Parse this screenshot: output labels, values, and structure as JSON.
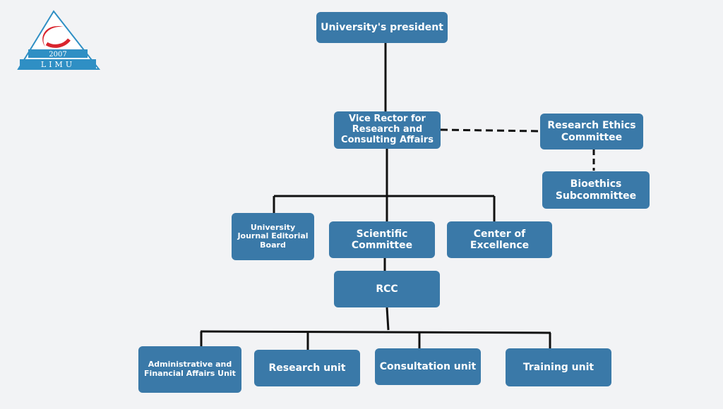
{
  "logo": {
    "year": "2007",
    "name": "LIMU"
  },
  "nodes": {
    "president": "University's president",
    "vice_rector": "Vice Rector for Research and Consulting Affairs",
    "ethics": "Research Ethics Committee",
    "bioethics": "Bioethics Subcommittee",
    "journal": "University Journal Editorial Board",
    "scientific": "Scientific Committee",
    "excellence": "Center of Excellence",
    "rcc": "RCC",
    "admin": "Administrative and Financial Affairs Unit",
    "research_unit": "Research unit",
    "consultation": "Consultation unit",
    "training": "Training unit"
  },
  "colors": {
    "box": "#3a79a8",
    "line": "#111111",
    "background": "#f2f3f5",
    "logo_red": "#d9252e",
    "logo_blue": "#2f8fc4"
  }
}
